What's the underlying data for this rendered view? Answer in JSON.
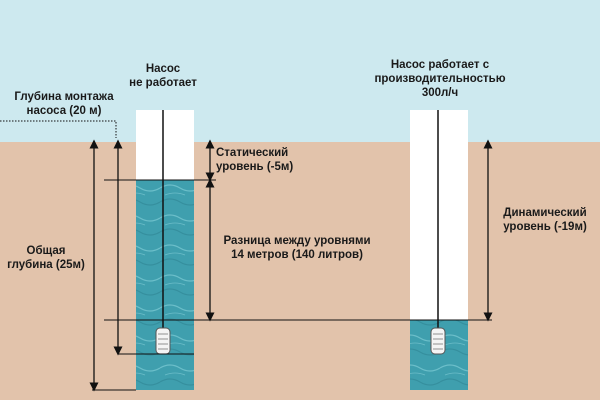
{
  "left_well": {
    "title": [
      "Насос",
      "не работает"
    ]
  },
  "right_well": {
    "title": [
      "Насос работает с",
      "производительностью",
      "300л/ч"
    ]
  },
  "labels": {
    "mount_depth": [
      "Глубина монтажа",
      "насоса (20 м)"
    ],
    "total_depth": [
      "Общая",
      "глубина (25м)"
    ],
    "static_level": [
      "Статический",
      "уровень (-5м)"
    ],
    "level_difference": [
      "Разница между уровнями",
      "14 метров (140 литров)"
    ],
    "dynamic_level": [
      "Динамический",
      "уровень (-19м)"
    ]
  },
  "colors": {
    "sky": "#cde9ef",
    "ground": "#e2c3ab",
    "water": "#3f9fae",
    "water_light": "#6cc3cf",
    "casing": "#ffffff",
    "line": "#111111"
  }
}
